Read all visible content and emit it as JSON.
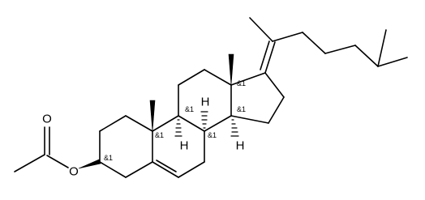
{
  "molecule": {
    "atom_labels": {
      "o_carbonyl": "O",
      "o_ester": "O",
      "h_c8": "H",
      "h_c9": "H",
      "h_c14": "H"
    },
    "stereo_labels": {
      "c3": "&1",
      "c10": "&1",
      "c9": "&1",
      "c8": "&1",
      "c13": "&1",
      "c14": "&1"
    }
  }
}
